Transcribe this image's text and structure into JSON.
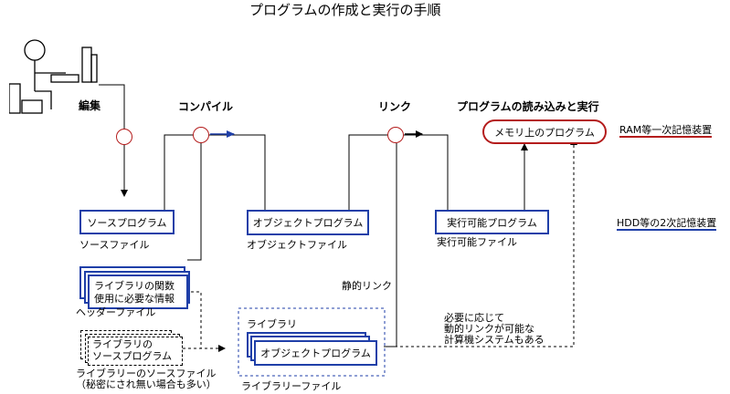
{
  "title": "プログラムの作成と実行の手順",
  "steps": {
    "edit": "編集",
    "compile": "コンパイル",
    "link": "リンク",
    "load_run": "プログラムの読み込みと実行"
  },
  "boxes": {
    "source": "ソースプログラム",
    "object": "オブジェクトプログラム",
    "executable": "実行可能プログラム",
    "memory": "メモリ上のプログラム",
    "header_line1": "ライブラリの関数",
    "header_line2": "使用に必要な情報",
    "libsrc_line1": "ライブラリの",
    "libsrc_line2": "ソースプログラム",
    "library_label": "ライブラリ",
    "library_object": "オブジェクトプログラム"
  },
  "captions": {
    "source_file": "ソースファイル",
    "object_file": "オブジェクトファイル",
    "executable_file": "実行可能ファイル",
    "header_file": "ヘッダーファイル",
    "libsrc_file_line1": "ライブラリーのソースファイル",
    "libsrc_file_line2": "（秘密にされ無い場合も多い）",
    "library_file": "ライブラリーファイル",
    "static_link": "静的リンク",
    "dynamic_note_line1": "必要に応じて",
    "dynamic_note_line2": "動的リンクが可能な",
    "dynamic_note_line3": "計算機システムもある"
  },
  "storage": {
    "ram": "RAM等一次記憶装置",
    "hdd": "HDD等の2次記憶装置"
  },
  "colors": {
    "blue": "#1f3fa8",
    "red": "#b41c1c",
    "black": "#000000"
  },
  "icons": {
    "person": "person-at-computer-icon"
  }
}
